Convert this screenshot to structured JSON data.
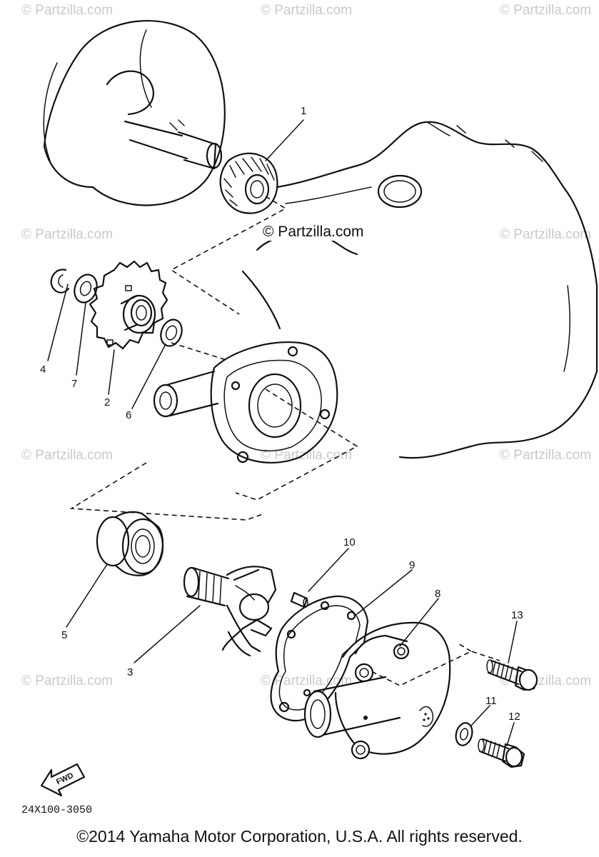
{
  "watermark": "© Partzilla.com",
  "diagram_code": "24X100-3050",
  "copyright": "©2014 Yamaha Motor Corporation, U.S.A. All rights reserved.",
  "fwd_label": "FWD",
  "callouts": {
    "c1": "1",
    "c2": "2",
    "c3": "3",
    "c4": "4",
    "c5": "5",
    "c6": "6",
    "c7": "7",
    "c8": "8",
    "c9": "9",
    "c10": "10",
    "c11": "11",
    "c12": "12",
    "c13": "13"
  }
}
